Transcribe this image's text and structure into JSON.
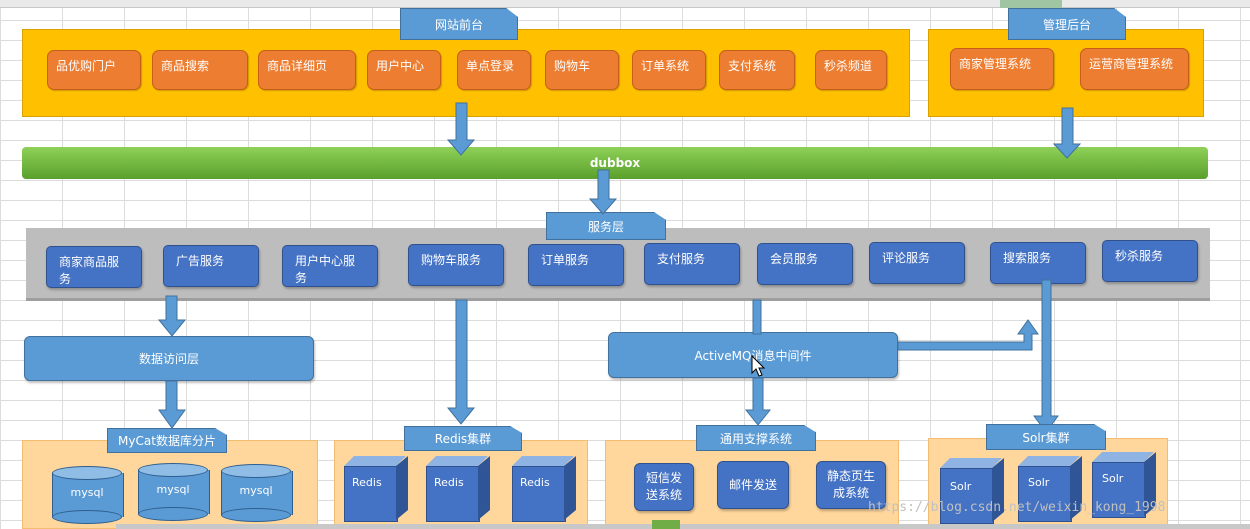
{
  "frontend": {
    "tab": "网站前台",
    "modules": [
      "品优购门户",
      "商品搜索",
      "商品详细页",
      "用户中心",
      "单点登录",
      "购物车",
      "订单系统",
      "支付系统",
      "秒杀频道"
    ]
  },
  "admin": {
    "tab": "管理后台",
    "modules": [
      "商家管理系统",
      "运营商管理系统"
    ]
  },
  "bus": {
    "label": "dubbox"
  },
  "service_layer": {
    "tab": "服务层",
    "services": [
      "商家商品服务",
      "广告服务",
      "用户中心服务",
      "购物车服务",
      "订单服务",
      "支付服务",
      "会员服务",
      "评论服务",
      "搜索服务",
      "秒杀服务"
    ]
  },
  "data_access": {
    "label": "数据访问层"
  },
  "mq": {
    "label": "ActiveMQ消息中间件"
  },
  "mycat": {
    "tab": "MyCat数据库分片",
    "nodes": [
      "mysql",
      "mysql",
      "mysql"
    ]
  },
  "redis": {
    "tab": "Redis集群",
    "nodes": [
      "Redis",
      "Redis",
      "Redis"
    ]
  },
  "support": {
    "tab": "通用支撑系统",
    "items": [
      "短信发送系统",
      "邮件发送",
      "静态页生成系统"
    ]
  },
  "solr": {
    "tab": "Solr集群",
    "nodes": [
      "Solr",
      "Solr",
      "Solr"
    ]
  },
  "watermark": "https://blog.csdn.net/weixin_kong_1998",
  "colors": {
    "orange_panel": "#ffc000",
    "orange_button": "#ed7d31",
    "dark_blue": "#4472c4",
    "light_blue": "#5b9bd5",
    "bus_green": "#70ad47",
    "peach": "#ffd69b",
    "grey_panel": "#bdbdbd"
  }
}
